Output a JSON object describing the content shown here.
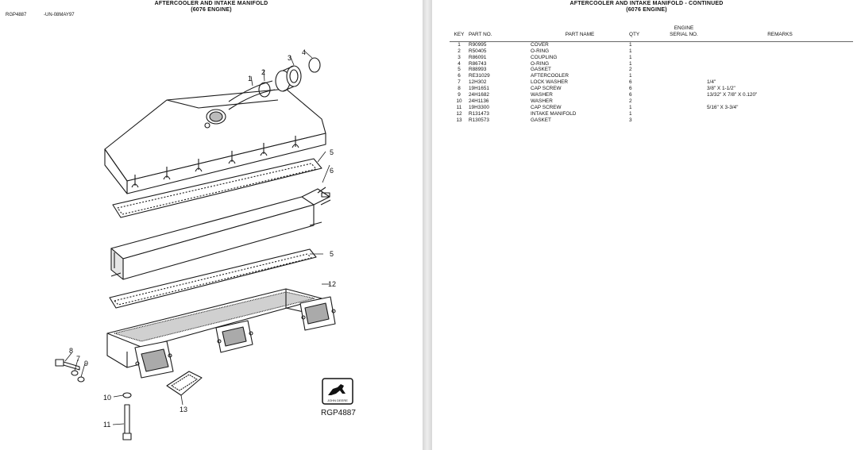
{
  "left": {
    "title": "AFTERCOOLER AND INTAKE MANIFOLD",
    "subtitle": "(6076 ENGINE)",
    "ref_code": "RGP4887",
    "ref_date": "-UN-08MAY97",
    "figure_code": "RGP4887",
    "logo_text": "JOHN DEERE",
    "callouts": [
      "1",
      "2",
      "3",
      "4",
      "5",
      "6",
      "5",
      "12",
      "8",
      "7",
      "9",
      "10",
      "13",
      "11"
    ]
  },
  "right": {
    "title": "AFTERCOOLER AND INTAKE MANIFOLD - CONTINUED",
    "subtitle": "(6076 ENGINE)",
    "headers": {
      "key": "KEY",
      "part_no": "PART NO.",
      "part_name": "PART NAME",
      "qty": "QTY",
      "serial_top": "ENGINE",
      "serial_bottom": "SERIAL NO.",
      "remarks": "REMARKS"
    },
    "rows": [
      {
        "key": "1",
        "part_no": "R90995",
        "name": "COVER",
        "qty": "1",
        "serial": "",
        "remarks": ""
      },
      {
        "key": "2",
        "part_no": "R50405",
        "name": "O-RING",
        "qty": "1",
        "serial": "",
        "remarks": ""
      },
      {
        "key": "3",
        "part_no": "R86091",
        "name": "COUPLING",
        "qty": "1",
        "serial": "",
        "remarks": ""
      },
      {
        "key": "4",
        "part_no": "R86743",
        "name": "O-RING",
        "qty": "1",
        "serial": "",
        "remarks": ""
      },
      {
        "key": "5",
        "part_no": "R88993",
        "name": "GASKET",
        "qty": "2",
        "serial": "",
        "remarks": ""
      },
      {
        "key": "6",
        "part_no": "RE31029",
        "name": "AFTERCOOLER",
        "qty": "1",
        "serial": "",
        "remarks": ""
      },
      {
        "key": "7",
        "part_no": "12H302",
        "name": "LOCK WASHER",
        "qty": "6",
        "serial": "",
        "remarks": "1/4\""
      },
      {
        "key": "8",
        "part_no": "19H1651",
        "name": "CAP SCREW",
        "qty": "6",
        "serial": "",
        "remarks": "3/8\" X 1-1/2\""
      },
      {
        "key": "9",
        "part_no": "24H1682",
        "name": "WASHER",
        "qty": "6",
        "serial": "",
        "remarks": "13/32\" X 7/8\" X 0.120\""
      },
      {
        "key": "10",
        "part_no": "24H1136",
        "name": "WASHER",
        "qty": "2",
        "serial": "",
        "remarks": ""
      },
      {
        "key": "11",
        "part_no": "19H3300",
        "name": "CAP SCREW",
        "qty": "1",
        "serial": "",
        "remarks": "5/16\" X 3-3/4\""
      },
      {
        "key": "12",
        "part_no": "R131473",
        "name": "INTAKE MANIFOLD",
        "qty": "1",
        "serial": "",
        "remarks": ""
      },
      {
        "key": "13",
        "part_no": "R130573",
        "name": "GASKET",
        "qty": "3",
        "serial": "",
        "remarks": ""
      }
    ]
  }
}
